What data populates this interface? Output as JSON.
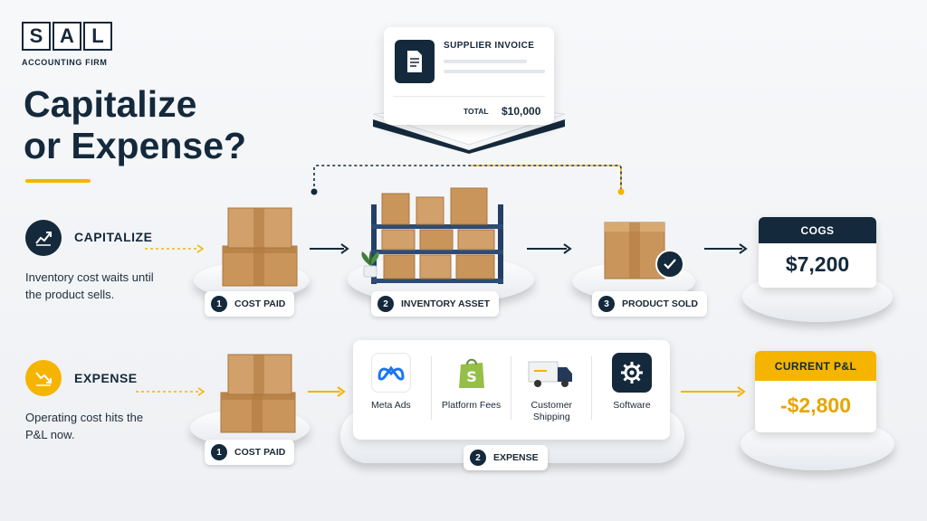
{
  "logo": {
    "letters": [
      "S",
      "A",
      "L"
    ],
    "subtitle": "ACCOUNTING FIRM"
  },
  "title": {
    "line1": "Capitalize",
    "line2": "or Expense?"
  },
  "invoice": {
    "title": "SUPPLIER INVOICE",
    "total_label": "TOTAL",
    "total_value": "$10,000"
  },
  "capitalize": {
    "label": "CAPITALIZE",
    "description": "Inventory cost waits until the product sells.",
    "icon": "chart-up-icon",
    "steps": [
      {
        "num": "1",
        "label": "COST PAID"
      },
      {
        "num": "2",
        "label": "INVENTORY ASSET"
      },
      {
        "num": "3",
        "label": "PRODUCT SOLD"
      }
    ],
    "result": {
      "header": "COGS",
      "value": "$7,200"
    }
  },
  "expense": {
    "label": "EXPENSE",
    "description": "Operating cost hits the P&L now.",
    "icon": "chart-down-icon",
    "steps": [
      {
        "num": "1",
        "label": "COST PAID"
      },
      {
        "num": "2",
        "label": "EXPENSE"
      }
    ],
    "items": [
      {
        "label": "Meta Ads",
        "icon": "meta-icon"
      },
      {
        "label": "Platform Fees",
        "icon": "shopify-bag-icon"
      },
      {
        "label": "Customer Shipping",
        "icon": "truck-icon"
      },
      {
        "label": "Software",
        "icon": "gear-icon"
      }
    ],
    "result": {
      "header": "CURRENT P&L",
      "value": "-$2,800"
    }
  },
  "colors": {
    "navy": "#14293b",
    "accent": "#f5b400",
    "box": "#c9955a"
  }
}
